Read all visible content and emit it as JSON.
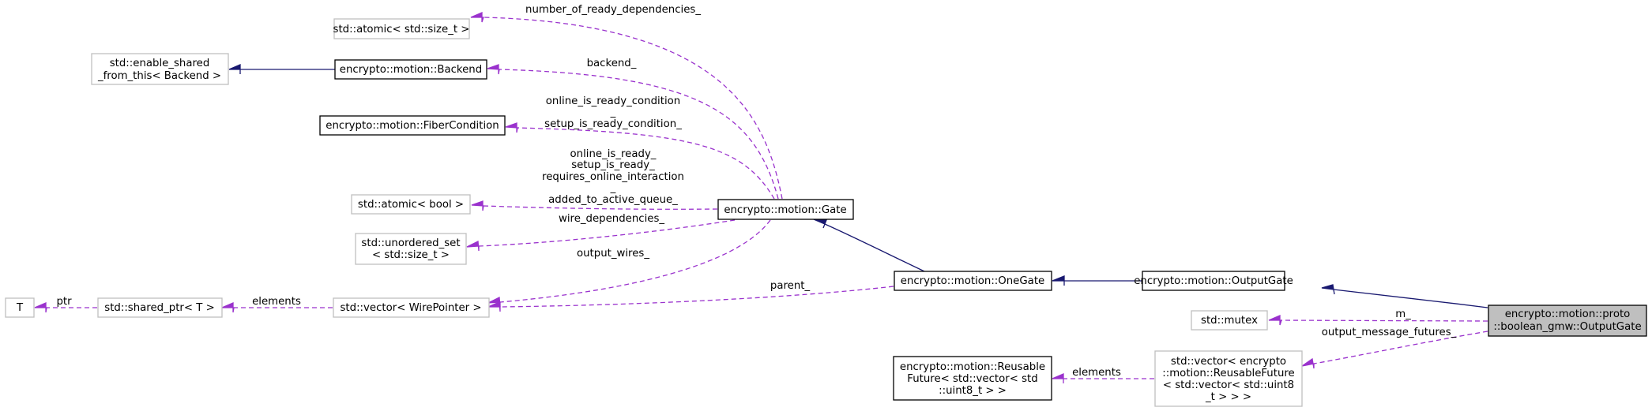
{
  "nodes": {
    "output_gate_focus": [
      "encrypto::motion::proto",
      "::boolean_gmw::OutputGate"
    ],
    "output_gate": [
      "encrypto::motion::OutputGate"
    ],
    "one_gate": [
      "encrypto::motion::OneGate"
    ],
    "gate": [
      "encrypto::motion::Gate"
    ],
    "backend": [
      "encrypto::motion::Backend"
    ],
    "fiber_condition": [
      "encrypto::motion::FiberCondition"
    ],
    "atomic_size_t": [
      "std::atomic< std::size_t >"
    ],
    "enable_shared": [
      "std::enable_shared",
      "_from_this< Backend >"
    ],
    "atomic_bool": [
      "std::atomic< bool >"
    ],
    "unordered_set": [
      "std::unordered_set",
      "< std::size_t >"
    ],
    "vector_wire": [
      "std::vector< WirePointer >"
    ],
    "shared_ptr": [
      "std::shared_ptr< T >"
    ],
    "t": [
      "T"
    ],
    "mutex": [
      "std::mutex"
    ],
    "reusable_future": [
      "encrypto::motion::Reusable",
      "Future< std::vector< std",
      "::uint8_t > >"
    ],
    "vector_futures": [
      "std::vector< encrypto",
      "::motion::ReusableFuture",
      "< std::vector< std::uint8",
      "_t > > >"
    ]
  },
  "edges": {
    "number_of_ready_dependencies": [
      "number_of_ready_dependencies_"
    ],
    "backend": [
      "backend_"
    ],
    "fiber_conditions": [
      "online_is_ready_condition",
      "_",
      "setup_is_ready_condition_"
    ],
    "atomic_bools": [
      "online_is_ready_",
      "setup_is_ready_",
      "requires_online_interaction",
      "_",
      "added_to_active_queue_"
    ],
    "wire_dependencies": [
      "wire_dependencies_"
    ],
    "output_wires": [
      "output_wires_"
    ],
    "parent": [
      "parent_"
    ],
    "elements_vector": [
      "elements"
    ],
    "ptr": [
      "ptr"
    ],
    "m": [
      "m_"
    ],
    "output_message_futures": [
      "output_message_futures_"
    ],
    "elements_futures": [
      "elements"
    ]
  },
  "colors": {
    "inheritance_edge": "#191970",
    "usage_edge": "#9a32cd",
    "documented_border": "#000000",
    "undocumented_border": "#bfbfbf",
    "focus_fill": "#bfbfbf"
  }
}
